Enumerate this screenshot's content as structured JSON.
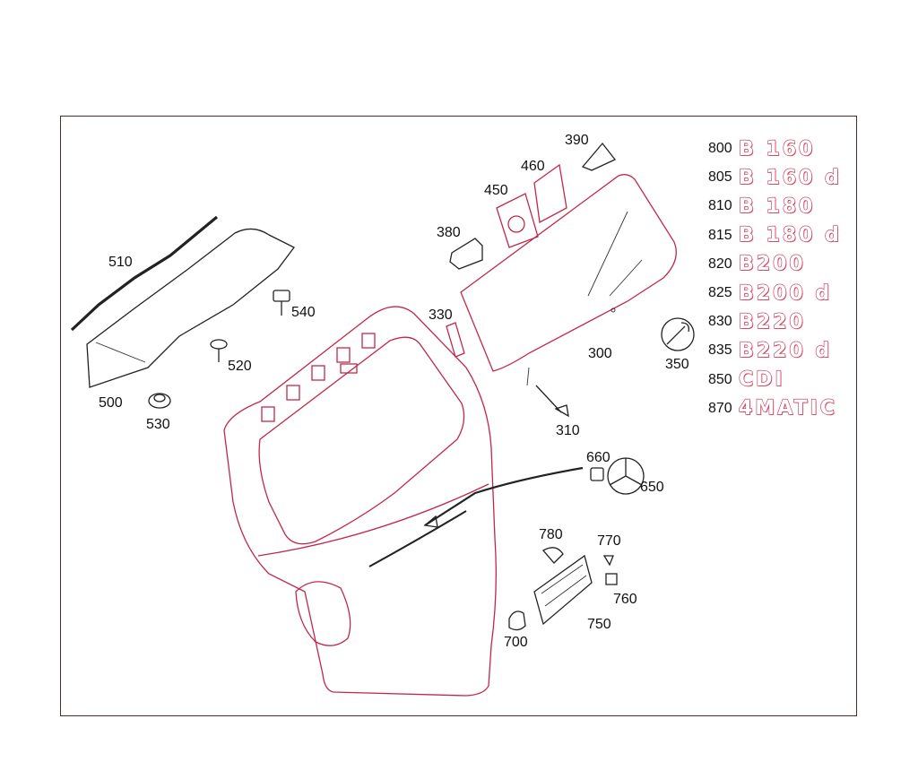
{
  "callouts": {
    "c300": "300",
    "c310": "310",
    "c330": "330",
    "c350": "350",
    "c380": "380",
    "c390": "390",
    "c450": "450",
    "c460": "460",
    "c500": "500",
    "c510": "510",
    "c520": "520",
    "c530": "530",
    "c540": "540",
    "c650": "650",
    "c660": "660",
    "c700": "700",
    "c750": "750",
    "c760": "760",
    "c770": "770",
    "c780": "780"
  },
  "legend": [
    {
      "num": "800",
      "badge": "B 160"
    },
    {
      "num": "805",
      "badge": "B 160 d"
    },
    {
      "num": "810",
      "badge": "B 180"
    },
    {
      "num": "815",
      "badge": "B 180 d"
    },
    {
      "num": "820",
      "badge": "B200"
    },
    {
      "num": "825",
      "badge": "B200 d"
    },
    {
      "num": "830",
      "badge": "B220"
    },
    {
      "num": "835",
      "badge": "B220 d"
    },
    {
      "num": "850",
      "badge": "CDI"
    },
    {
      "num": "870",
      "badge": "4MATIC"
    }
  ],
  "colors": {
    "part_outline": "#c0284a",
    "detail": "#222222"
  }
}
